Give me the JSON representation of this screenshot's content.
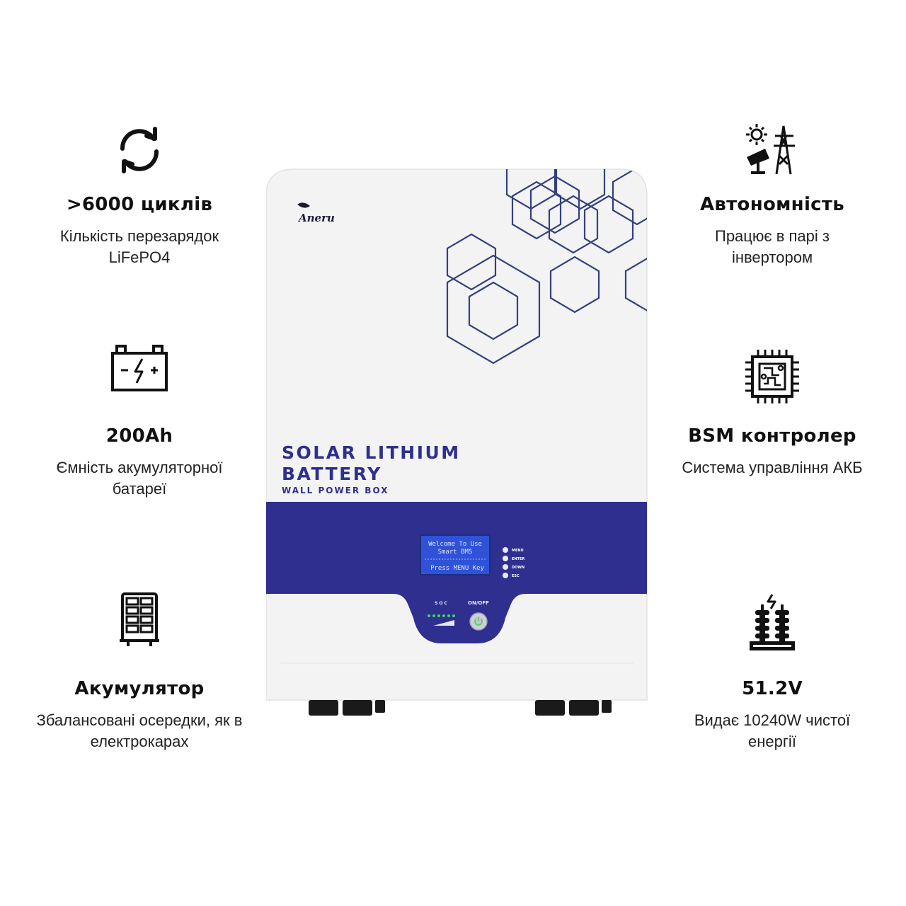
{
  "features_left": [
    {
      "icon": "refresh-cycle-icon",
      "title": ">6000 циклів",
      "description": "Кількість перезарядок\nLiFePO4"
    },
    {
      "icon": "car-battery-icon",
      "title": "200Ah",
      "description": "Ємність  акумуляторної\nбатареї"
    },
    {
      "icon": "battery-cells-icon",
      "title": "Акумулятор",
      "description": "Збалансовані осередки, як в\nелектрокарах"
    }
  ],
  "features_right": [
    {
      "icon": "solar-grid-tower-icon",
      "title": "Автономність",
      "description": "Працює в парі з\nінвертором"
    },
    {
      "icon": "chip-controller-icon",
      "title": "BSM контролер",
      "description": "Система управління АКБ"
    },
    {
      "icon": "voltage-insulator-icon",
      "title": "51.2V",
      "description": "Видає 10240W чистої\nенергії"
    }
  ],
  "device": {
    "brand": "Aneru",
    "title_line1": "SOLAR LITHIUM",
    "title_line2": "BATTERY",
    "subtitle": "WALL POWER BOX",
    "lcd_line1": "Welcome To Use",
    "lcd_line2": "Smart BMS",
    "lcd_line3": "Press MENU Key",
    "buttons": [
      "MENU",
      "ENTER",
      "DOWN",
      "ESC"
    ],
    "soc_label": "SOC",
    "power_label": "ON/OFF",
    "colors": {
      "navy": "#2e2f8e",
      "hex_lines": "#34407e",
      "body": "#f3f3f4",
      "lcd": "#2f52d9",
      "soc_led": "#41d36a"
    }
  }
}
